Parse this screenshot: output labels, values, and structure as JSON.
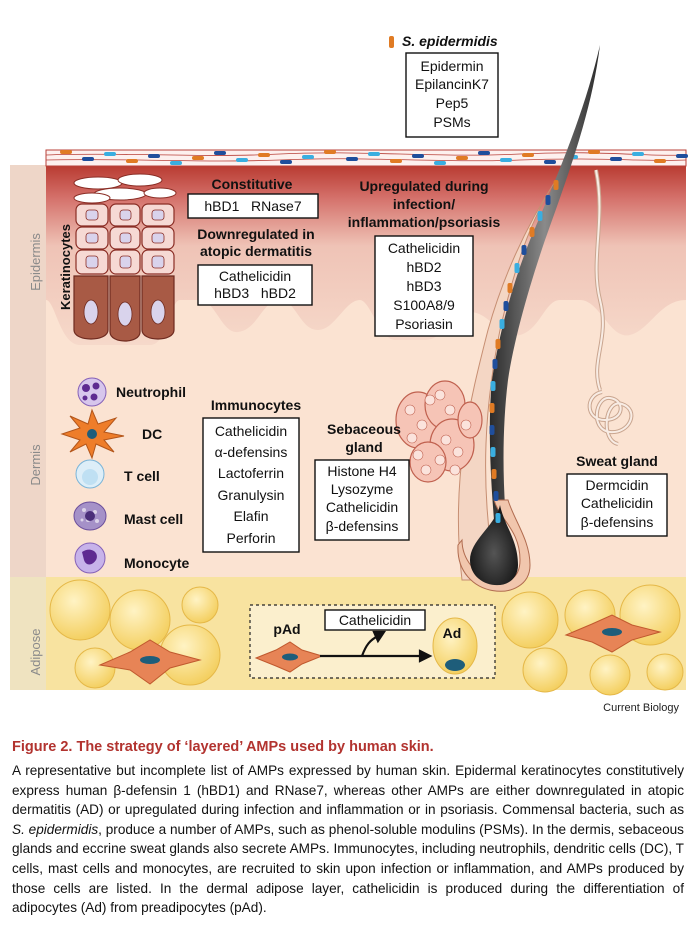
{
  "bacteria": {
    "name": "S. epidermidis",
    "amps": [
      "Epidermin",
      "EpilancinK7",
      "Pep5",
      "PSMs"
    ]
  },
  "keratinocytes": {
    "label": "Keratinocytes",
    "constitutive": {
      "title": "Constitutive",
      "amps": "hBD1   RNase7"
    },
    "downregulated": {
      "title_line1": "Downregulated in",
      "title_line2": "atopic dermatitis",
      "amps": [
        "Cathelicidin",
        "hBD3   hBD2"
      ]
    },
    "upregulated": {
      "title_line1": "Upregulated during",
      "title_line2": "infection/",
      "title_line3": "inflammation/psoriasis",
      "amps": [
        "Cathelicidin",
        "hBD2",
        "hBD3",
        "S100A8/9",
        "Psoriasin"
      ]
    }
  },
  "layers": {
    "epidermis": "Epidermis",
    "dermis": "Dermis",
    "adipose": "Adipose"
  },
  "immunocytes": {
    "title": "Immunocytes",
    "cells": [
      "Neutrophil",
      "DC",
      "T cell",
      "Mast cell",
      "Monocyte"
    ],
    "amps": [
      "Cathelicidin",
      "α-defensins",
      "Lactoferrin",
      "Granulysin",
      "Elafin",
      "Perforin"
    ]
  },
  "sebaceous": {
    "title_line1": "Sebaceous",
    "title_line2": "gland",
    "amps": [
      "Histone H4",
      "Lysozyme",
      "Cathelicidin",
      "β-defensins"
    ]
  },
  "sweat": {
    "title": "Sweat gland",
    "amps": [
      "Dermcidin",
      "Cathelicidin",
      "β-defensins"
    ]
  },
  "adipose_panel": {
    "preadipocyte": "pAd",
    "adipocyte": "Ad",
    "amp": "Cathelicidin"
  },
  "credit": "Current Biology",
  "caption": {
    "title": "Figure 2. The strategy of ‘layered’ AMPs used by human skin.",
    "body": [
      "A representative but incomplete list of AMPs expressed by human skin. Epidermal keratinocytes constitutively express human β-defensin 1 (hBD1) and RNase7, whereas other AMPs are either downregulated in atopic dermatitis (AD) or upregulated during infection and inflammation or in psoriasis. Commensal bacteria, such as ",
      "S. epidermidis",
      ", produce a number of AMPs, such as phenol-soluble modulins (PSMs). In the dermis, sebaceous glands and eccrine sweat glands also secrete AMPs. Immunocytes, including neutrophils, dendritic cells (DC), T cells, mast cells and monocytes, are recruited to skin upon infection or inflammation, and AMPs produced by those cells are listed. In the dermal adipose layer, cathelicidin is produced during the differentiation of adipocytes (Ad) from preadipocytes (pAd)."
    ]
  },
  "colors": {
    "epidermis_top": "#c0392b",
    "epidermis_mid": "#f1c9bb",
    "dermis": "#fbe3d2",
    "adipose": "#f6d36b",
    "hair": "#555555",
    "caption_title": "#b2332f",
    "bacteria_orange": "#e07b24",
    "bacteria_blue": "#1f4e9c",
    "bacteria_cyan": "#3aaee0"
  }
}
